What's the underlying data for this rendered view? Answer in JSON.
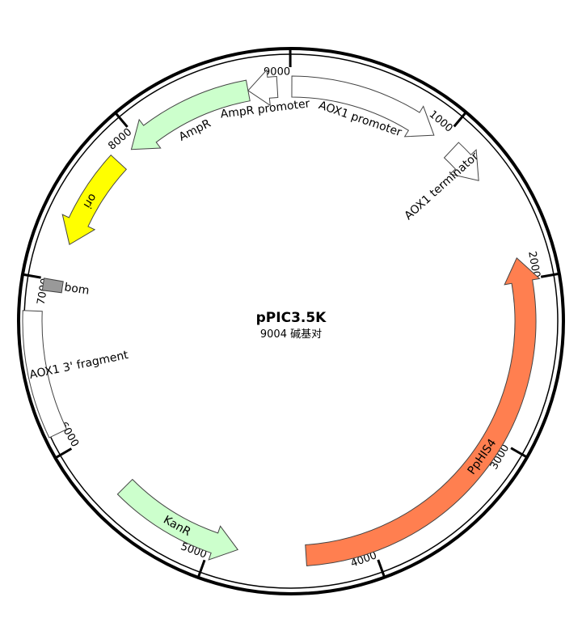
{
  "plasmid": {
    "name": "pPIC3.5K",
    "size_label": "9004 碱基对",
    "length": 9004
  },
  "ticks": [
    {
      "label": "1000",
      "pos": 1000
    },
    {
      "label": "2000",
      "pos": 2000
    },
    {
      "label": "3000",
      "pos": 3000
    },
    {
      "label": "4000",
      "pos": 4000
    },
    {
      "label": "5000",
      "pos": 5000
    },
    {
      "label": "6000",
      "pos": 6000
    },
    {
      "label": "7000",
      "pos": 7000
    },
    {
      "label": "8000",
      "pos": 8000
    },
    {
      "label": "9000",
      "pos": 9000
    }
  ],
  "features": [
    {
      "name": "AOX1 promoter",
      "start": 5,
      "end": 940,
      "dir": 1,
      "type": "arrow",
      "color": "#ffffff"
    },
    {
      "name": "AOX1 terminator",
      "start": 1080,
      "end": 1330,
      "dir": 1,
      "type": "arrow",
      "color": "#ffffff"
    },
    {
      "name": "PpHIS4",
      "start": 1860,
      "end": 4410,
      "dir": -1,
      "type": "arrow",
      "color": "#ff7f50"
    },
    {
      "name": "KanR",
      "start": 4830,
      "end": 5630,
      "dir": -1,
      "type": "arrow",
      "color": "#ccffcc"
    },
    {
      "name": "AOX1 3' fragment",
      "start": 6110,
      "end": 6810,
      "dir": 0,
      "type": "box",
      "color": "#ffffff"
    },
    {
      "name": "bom",
      "start": 6930,
      "end": 7000,
      "dir": 0,
      "type": "box",
      "color": "#999999"
    },
    {
      "name": "ori",
      "start": 7230,
      "end": 7820,
      "dir": -1,
      "type": "arrow",
      "color": "#ffff00"
    },
    {
      "name": "AmpR",
      "start": 7930,
      "end": 8740,
      "dir": -1,
      "type": "arrow",
      "color": "#ccffcc"
    },
    {
      "name": "AmpR promoter",
      "start": 8740,
      "end": 8920,
      "dir": -1,
      "type": "arrow",
      "color": "#ffffff"
    }
  ]
}
